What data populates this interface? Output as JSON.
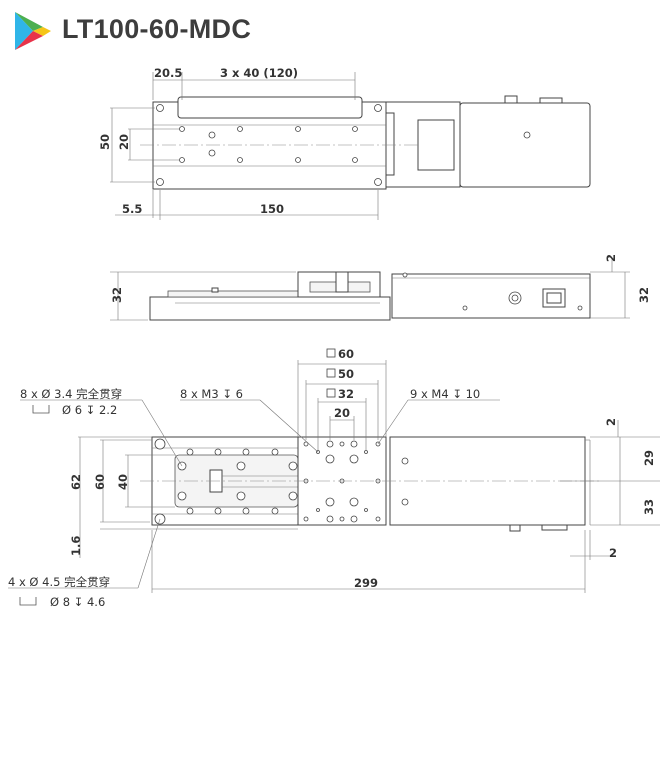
{
  "header": {
    "title": "LT100-60-MDC",
    "logo_icon": "play-triangle-logo",
    "logo_colors": [
      "#2fb5e8",
      "#4caf50",
      "#f5c518",
      "#e8334a"
    ]
  },
  "top_view": {
    "dims": {
      "offset_left": "20.5",
      "pitch": "3 x 40 (120)",
      "height_outer": "50",
      "height_inner": "20",
      "edge": "5.5",
      "hole_span": "150"
    }
  },
  "side_view": {
    "dims": {
      "height_left": "32",
      "top_gap": "2",
      "height_right": "32"
    }
  },
  "bottom_view": {
    "dims": {
      "sq60": "60",
      "sq50": "50",
      "sq32": "32",
      "span20": "20",
      "h62": "62",
      "h60": "60",
      "h40": "40",
      "h29": "29",
      "h33": "33",
      "gap_top": "2",
      "base_offset": "1.6",
      "gap_right": "2",
      "length": "299"
    },
    "callouts": {
      "holes_a_line1": "8 x Ø 3.4 完全贯穿",
      "holes_a_line2": "Ø 6 ↧ 2.2",
      "m3": "8 x  M3 ↧ 6",
      "m4": "9 x  M4  ↧ 10",
      "holes_b_line1": "4 x Ø 4.5 完全贯穿",
      "holes_b_line2": "Ø 8 ↧ 4.6"
    }
  }
}
